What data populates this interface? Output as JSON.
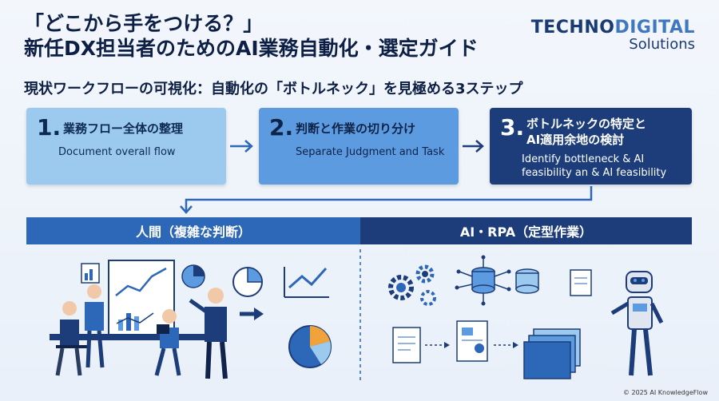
{
  "title": {
    "line1": "「どこから手をつける？」",
    "line2": "新任DX担当者のためのAI業務自動化・選定ガイド"
  },
  "brand": {
    "part1": "TECHNO",
    "part2": "DIGITAL",
    "line2": "Solutions"
  },
  "subtitle": "現状ワークフローの可視化：自動化の「ボトルネック」を見極める3ステップ",
  "steps": [
    {
      "num": "1.",
      "jp": "業務フロー全体の整理",
      "en": "Document overall flow"
    },
    {
      "num": "2.",
      "jp": "判断と作業の切り分け",
      "en": "Separate Judgment and Task"
    },
    {
      "num": "3.",
      "jp_line1": "ボトルネックの特定と",
      "jp_line2": "AI適用余地の検討",
      "en": "Identify bottleneck & AI feasibility an & AI feasibility"
    }
  ],
  "sections": {
    "human": "人間（複雑な判断）",
    "ai": "AI・RPA（定型作業）"
  },
  "copyright": "© 2025 AI KnowledgeFlow",
  "colors": {
    "navy": "#1c3d79",
    "blue": "#2d67b8",
    "mid": "#5d9be0",
    "light": "#9ccaee"
  }
}
